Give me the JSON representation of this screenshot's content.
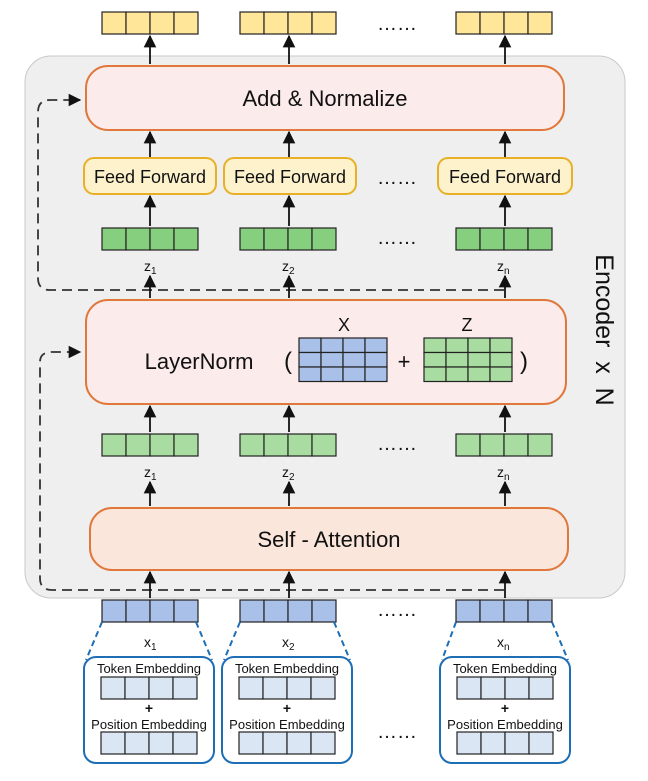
{
  "encoder_label": "Encoder  x  N",
  "blocks": {
    "add_normalize": "Add & Normalize",
    "layernorm": "LayerNorm",
    "self_attention": "Self - Attention",
    "feed_forward": "Feed Forward"
  },
  "layernorm_terms": {
    "x_label": "X",
    "z_label": "Z",
    "open_paren": "(",
    "plus": "+",
    "close_paren": ")"
  },
  "z_labels": [
    "z",
    "z",
    "z"
  ],
  "z_subscripts": [
    "1",
    "2",
    "n"
  ],
  "x_labels": [
    "x",
    "x",
    "x"
  ],
  "x_subscripts": [
    "1",
    "2",
    "n"
  ],
  "embedding": {
    "token": "Token Embedding",
    "plus": "+",
    "position": "Position Embedding"
  },
  "ellipsis": "……",
  "colors": {
    "encoder_bg": "#efefef",
    "block_fill": "#fcebeb",
    "block_stroke": "#e0783c",
    "attention_fill": "#fbe6dc",
    "ff_fill": "#fdf2cc",
    "ff_stroke": "#e8b028",
    "output_cell": "#ffe699",
    "z_cell": "#86cf7e",
    "z_cell_light": "#a9dca0",
    "x_cell": "#a9c0e8",
    "embed_cell": "#dbe6f5",
    "embed_stroke": "#1e6eb5",
    "dash": "#333333"
  }
}
